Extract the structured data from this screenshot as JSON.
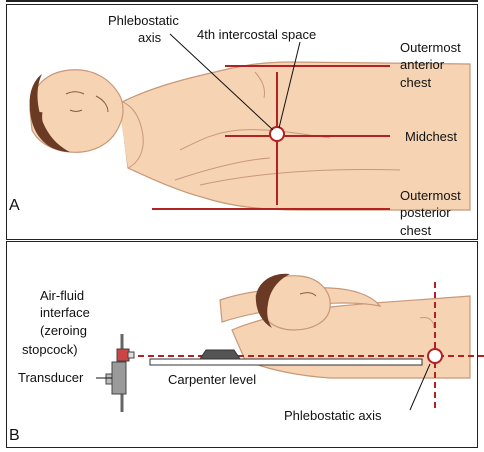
{
  "panel_a": {
    "letter": "A",
    "labels": {
      "phlebostatic_axis_line1": "Phlebostatic",
      "phlebostatic_axis_line2": "axis",
      "intercostal": "4th intercostal space",
      "outermost_anterior_line1": "Outermost",
      "outermost_anterior_line2": "anterior",
      "outermost_anterior_line3": "chest",
      "midchest": "Midchest",
      "outermost_posterior_line1": "Outermost",
      "outermost_posterior_line2": "posterior",
      "outermost_posterior_line3": "chest"
    }
  },
  "panel_b": {
    "letter": "B",
    "labels": {
      "air_fluid_line1": "Air-fluid",
      "air_fluid_line2": "interface",
      "air_fluid_line3": "(zeroing",
      "air_fluid_line4": "stopcock)",
      "transducer": "Transducer",
      "carpenter_level": "Carpenter level",
      "phlebostatic_axis": "Phlebostatic axis"
    }
  },
  "colors": {
    "reference_line": "#b22222",
    "skin": "#f6d3b3",
    "skin_outline": "#c89878",
    "hair": "#6b3a25"
  }
}
